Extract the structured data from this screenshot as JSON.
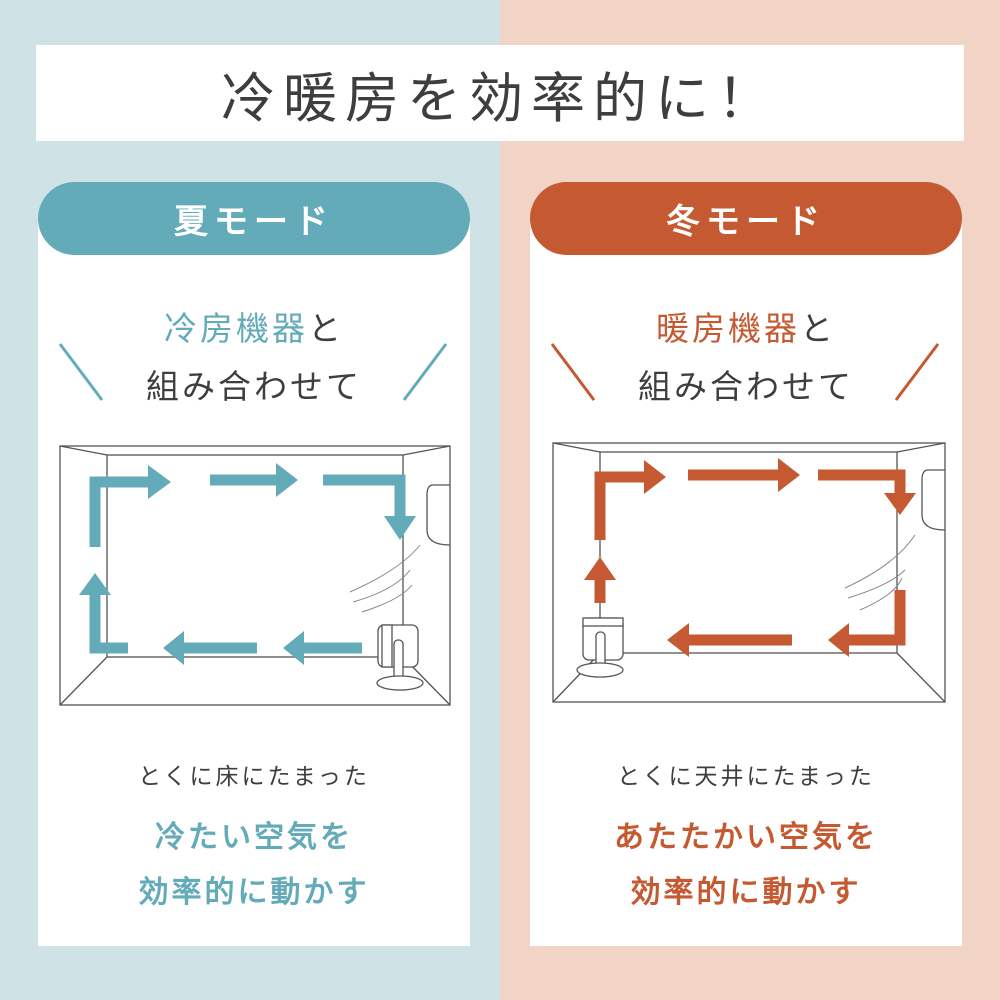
{
  "title": "冷暖房を効率的に！",
  "colors": {
    "summer": "#64abb9",
    "winter": "#c55a32"
  },
  "summer": {
    "mode": "夏モード",
    "device": "冷房機器",
    "device_suffix": "と",
    "line2": "組み合わせて",
    "sub": "とくに床にたまった",
    "big1": "冷たい空気を",
    "big2": "効率的に動かす"
  },
  "winter": {
    "mode": "冬モード",
    "device": "暖房機器",
    "device_suffix": "と",
    "line2": "組み合わせて",
    "sub": "とくに天井にたまった",
    "big1": "あたたかい空気を",
    "big2": "効率的に動かす"
  }
}
